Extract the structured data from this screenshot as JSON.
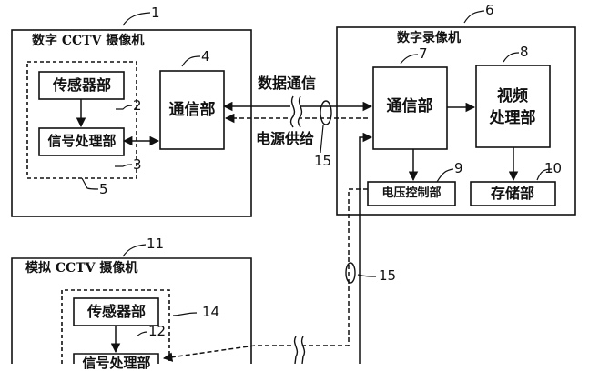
{
  "digital_camera": {
    "ref": "1",
    "title": "数字 CCTV 摄像机"
  },
  "sensor_unit": {
    "ref": "2",
    "label": "传感器部"
  },
  "signal_processing_unit": {
    "ref": "3",
    "label": "信号处理部"
  },
  "dashed_group": {
    "ref": "5"
  },
  "communication_unit_camera": {
    "ref": "4",
    "label": "通信部"
  },
  "data_link": {
    "label": "数据通信",
    "ref": "15"
  },
  "power_link": {
    "label": "电源供给"
  },
  "digital_recorder": {
    "ref": "6",
    "title": "数字录像机"
  },
  "communication_unit_recorder": {
    "ref": "7",
    "label": "通信部"
  },
  "video_processing_unit": {
    "ref": "8",
    "label_line1": "视频",
    "label_line2": "处理部"
  },
  "voltage_control_unit": {
    "ref": "9",
    "label": "电压控制部"
  },
  "storage_unit": {
    "ref": "10",
    "label": "存储部"
  },
  "analog_camera": {
    "ref": "11",
    "title": "模拟 CCTV 摄像机"
  },
  "analog_sensor_unit": {
    "ref": "12",
    "label": "传感器部"
  },
  "analog_dashed_group": {
    "ref": "14"
  },
  "analog_signal_unit": {
    "label": "信号处理部"
  },
  "analog_power_link": {
    "ref": "15"
  }
}
